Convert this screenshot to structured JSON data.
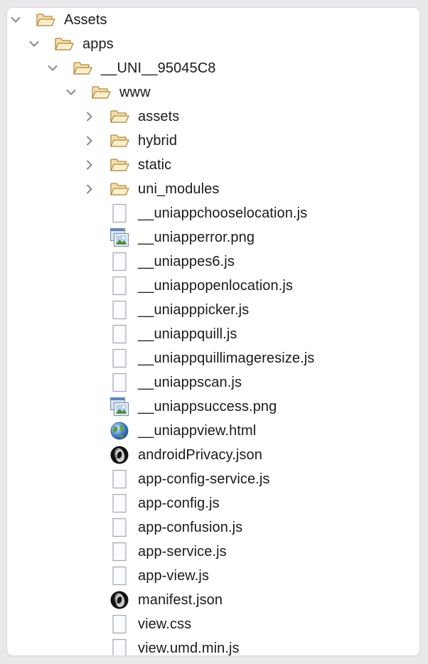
{
  "tree": {
    "rows": [
      {
        "label": "Assets",
        "depth": 0,
        "type": "folder",
        "twisty": "expanded"
      },
      {
        "label": "apps",
        "depth": 1,
        "type": "folder",
        "twisty": "expanded"
      },
      {
        "label": "__UNI__95045C8",
        "depth": 2,
        "type": "folder",
        "twisty": "expanded"
      },
      {
        "label": "www",
        "depth": 3,
        "type": "folder",
        "twisty": "expanded"
      },
      {
        "label": "assets",
        "depth": 4,
        "type": "folder",
        "twisty": "collapsed"
      },
      {
        "label": "hybrid",
        "depth": 4,
        "type": "folder",
        "twisty": "collapsed"
      },
      {
        "label": "static",
        "depth": 4,
        "type": "folder",
        "twisty": "collapsed"
      },
      {
        "label": "uni_modules",
        "depth": 4,
        "type": "folder",
        "twisty": "collapsed"
      },
      {
        "label": "__uniappchooselocation.js",
        "depth": 4,
        "type": "file",
        "twisty": "none"
      },
      {
        "label": "__uniapperror.png",
        "depth": 4,
        "type": "image",
        "twisty": "none"
      },
      {
        "label": "__uniappes6.js",
        "depth": 4,
        "type": "file",
        "twisty": "none"
      },
      {
        "label": "__uniappopenlocation.js",
        "depth": 4,
        "type": "file",
        "twisty": "none"
      },
      {
        "label": "__uniapppicker.js",
        "depth": 4,
        "type": "file",
        "twisty": "none"
      },
      {
        "label": "__uniappquill.js",
        "depth": 4,
        "type": "file",
        "twisty": "none"
      },
      {
        "label": "__uniappquillimageresize.js",
        "depth": 4,
        "type": "file",
        "twisty": "none"
      },
      {
        "label": "__uniappscan.js",
        "depth": 4,
        "type": "file",
        "twisty": "none"
      },
      {
        "label": "__uniappsuccess.png",
        "depth": 4,
        "type": "image",
        "twisty": "none"
      },
      {
        "label": "__uniappview.html",
        "depth": 4,
        "type": "html",
        "twisty": "none"
      },
      {
        "label": "androidPrivacy.json",
        "depth": 4,
        "type": "json",
        "twisty": "none"
      },
      {
        "label": "app-config-service.js",
        "depth": 4,
        "type": "file",
        "twisty": "none"
      },
      {
        "label": "app-config.js",
        "depth": 4,
        "type": "file",
        "twisty": "none"
      },
      {
        "label": "app-confusion.js",
        "depth": 4,
        "type": "file",
        "twisty": "none"
      },
      {
        "label": "app-service.js",
        "depth": 4,
        "type": "file",
        "twisty": "none"
      },
      {
        "label": "app-view.js",
        "depth": 4,
        "type": "file",
        "twisty": "none"
      },
      {
        "label": "manifest.json",
        "depth": 4,
        "type": "json",
        "twisty": "none"
      },
      {
        "label": "view.css",
        "depth": 4,
        "type": "file",
        "twisty": "none"
      },
      {
        "label": "view.umd.min.js",
        "depth": 4,
        "type": "file",
        "twisty": "none"
      }
    ]
  }
}
